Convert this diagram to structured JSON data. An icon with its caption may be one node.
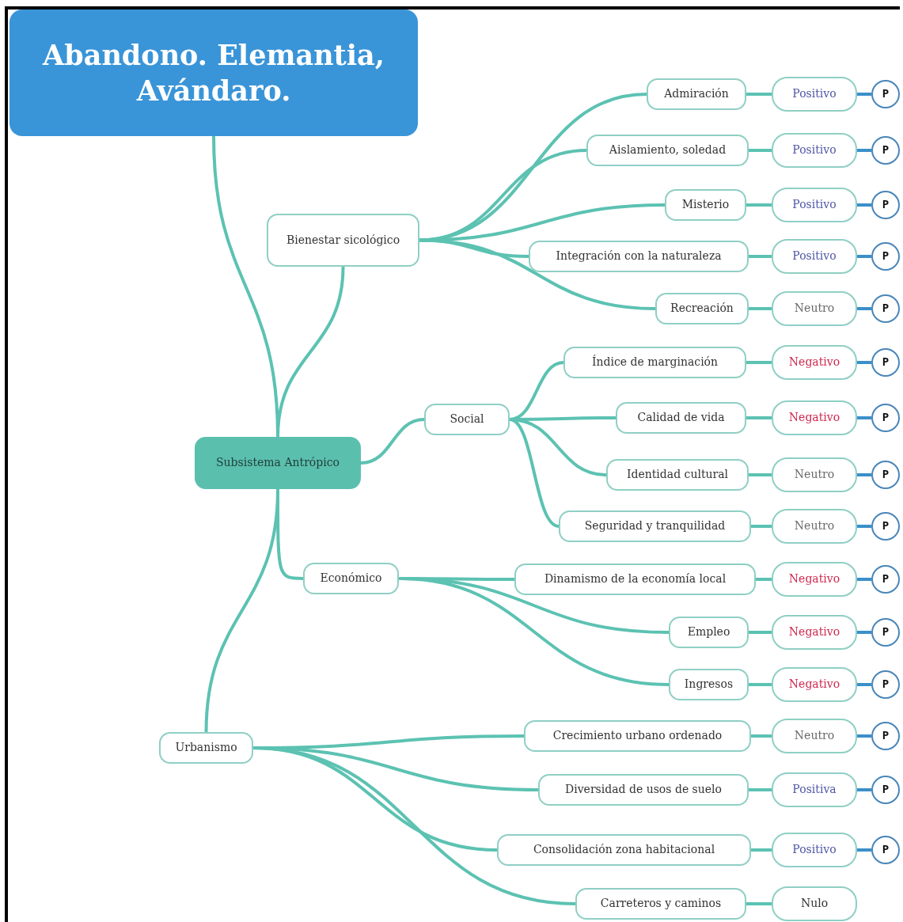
{
  "diagram": {
    "nodes": [
      {
        "text": [
          "Abandono. Elemantia, Avándaro."
        ]
      },
      {
        "text": [
          "Subsistema Antrópico"
        ]
      },
      {
        "text": [
          "Bienestar sicológico"
        ]
      },
      {
        "text": [
          "Social"
        ]
      },
      {
        "text": [
          "Económico"
        ]
      },
      {
        "text": [
          "Urbanismo"
        ]
      },
      {
        "text": [
          "Admiración"
        ]
      },
      {
        "text": [
          "Positivo"
        ]
      },
      {
        "text": [
          "P"
        ]
      },
      {
        "text": [
          "Aislamiento, soledad"
        ]
      },
      {
        "text": [
          "Positivo"
        ]
      },
      {
        "text": [
          "P"
        ]
      },
      {
        "text": [
          "Misterio"
        ]
      },
      {
        "text": [
          "Positivo"
        ]
      },
      {
        "text": [
          "P"
        ]
      },
      {
        "text": [
          "Integración con la naturaleza"
        ]
      },
      {
        "text": [
          "Positivo"
        ]
      },
      {
        "text": [
          "P"
        ]
      },
      {
        "text": [
          "Recreación"
        ]
      },
      {
        "text": [
          "Neutro"
        ]
      },
      {
        "text": [
          "P"
        ]
      },
      {
        "text": [
          "Índice de marginación"
        ]
      },
      {
        "text": [
          "Negativo"
        ]
      },
      {
        "text": [
          "P"
        ]
      },
      {
        "text": [
          "Calidad de vida"
        ]
      },
      {
        "text": [
          "Negativo"
        ]
      },
      {
        "text": [
          "P"
        ]
      },
      {
        "text": [
          "Identidad cultural"
        ]
      },
      {
        "text": [
          "Neutro"
        ]
      },
      {
        "text": [
          "P"
        ]
      },
      {
        "text": [
          "Seguridad y tranquilidad"
        ]
      },
      {
        "text": [
          "Neutro"
        ]
      },
      {
        "text": [
          "P"
        ]
      },
      {
        "text": [
          "Dinamismo de la economía local"
        ]
      },
      {
        "text": [
          "Negativo"
        ]
      },
      {
        "text": [
          "P"
        ]
      },
      {
        "text": [
          "Empleo"
        ]
      },
      {
        "text": [
          "Negativo"
        ]
      },
      {
        "text": [
          "P"
        ]
      },
      {
        "text": [
          "Ingresos"
        ]
      },
      {
        "text": [
          "Negativo"
        ]
      },
      {
        "text": [
          "P"
        ]
      },
      {
        "text": [
          "Crecimiento urbano ordenado"
        ]
      },
      {
        "text": [
          "Neutro"
        ]
      },
      {
        "text": [
          "P"
        ]
      },
      {
        "text": [
          "Diversidad de usos de suelo"
        ]
      },
      {
        "text": [
          "Positiva"
        ]
      },
      {
        "text": [
          "P"
        ]
      },
      {
        "text": [
          "Consolidación zona habitacional"
        ]
      },
      {
        "text": [
          "Positivo"
        ]
      },
      {
        "text": [
          "P"
        ]
      },
      {
        "text": [
          "Carreteros y caminos"
        ]
      },
      {
        "text": [
          "Nulo"
        ]
      }
    ],
    "edges": [
      {
        "from": 0,
        "to": 1,
        "arrow": "none"
      },
      {
        "from": 1,
        "to": 2,
        "arrow": "none"
      },
      {
        "from": 1,
        "to": 3,
        "arrow": "none"
      },
      {
        "from": 1,
        "to": 4,
        "arrow": "none"
      },
      {
        "from": 1,
        "to": 5,
        "arrow": "none"
      },
      {
        "from": 2,
        "to": 6,
        "arrow": "none"
      },
      {
        "from": 6,
        "to": 7,
        "arrow": "none"
      },
      {
        "from": 7,
        "to": 8,
        "arrow": "none",
        "color": "#3b8fca"
      },
      {
        "from": 2,
        "to": 9,
        "arrow": "none"
      },
      {
        "from": 9,
        "to": 10,
        "arrow": "none"
      },
      {
        "from": 10,
        "to": 11,
        "arrow": "none",
        "color": "#3b8fca"
      },
      {
        "from": 2,
        "to": 12,
        "arrow": "none"
      },
      {
        "from": 12,
        "to": 13,
        "arrow": "none"
      },
      {
        "from": 13,
        "to": 14,
        "arrow": "none",
        "color": "#3b8fca"
      },
      {
        "from": 2,
        "to": 15,
        "arrow": "none"
      },
      {
        "from": 15,
        "to": 16,
        "arrow": "none"
      },
      {
        "from": 16,
        "to": 17,
        "arrow": "none",
        "color": "#3b8fca"
      },
      {
        "from": 2,
        "to": 18,
        "arrow": "none"
      },
      {
        "from": 18,
        "to": 19,
        "arrow": "none"
      },
      {
        "from": 19,
        "to": 20,
        "arrow": "none",
        "color": "#3b8fca"
      },
      {
        "from": 3,
        "to": 21,
        "arrow": "none"
      },
      {
        "from": 21,
        "to": 22,
        "arrow": "none"
      },
      {
        "from": 22,
        "to": 23,
        "arrow": "none",
        "color": "#3b8fca"
      },
      {
        "from": 3,
        "to": 24,
        "arrow": "none"
      },
      {
        "from": 24,
        "to": 25,
        "arrow": "none"
      },
      {
        "from": 25,
        "to": 26,
        "arrow": "none",
        "color": "#3b8fca"
      },
      {
        "from": 3,
        "to": 27,
        "arrow": "none"
      },
      {
        "from": 27,
        "to": 28,
        "arrow": "none"
      },
      {
        "from": 28,
        "to": 29,
        "arrow": "none",
        "color": "#3b8fca"
      },
      {
        "from": 3,
        "to": 30,
        "arrow": "none"
      },
      {
        "from": 30,
        "to": 31,
        "arrow": "none"
      },
      {
        "from": 31,
        "to": 32,
        "arrow": "none",
        "color": "#3b8fca"
      },
      {
        "from": 4,
        "to": 33,
        "arrow": "none"
      },
      {
        "from": 33,
        "to": 34,
        "arrow": "none"
      },
      {
        "from": 34,
        "to": 35,
        "arrow": "none",
        "color": "#3b8fca"
      },
      {
        "from": 4,
        "to": 36,
        "arrow": "none"
      },
      {
        "from": 36,
        "to": 37,
        "arrow": "none"
      },
      {
        "from": 37,
        "to": 38,
        "arrow": "none",
        "color": "#3b8fca"
      },
      {
        "from": 4,
        "to": 39,
        "arrow": "none"
      },
      {
        "from": 39,
        "to": 40,
        "arrow": "none"
      },
      {
        "from": 40,
        "to": 41,
        "arrow": "none",
        "color": "#3b8fca"
      },
      {
        "from": 5,
        "to": 42,
        "arrow": "none"
      },
      {
        "from": 42,
        "to": 43,
        "arrow": "none"
      },
      {
        "from": 43,
        "to": 44,
        "arrow": "none",
        "color": "#3b8fca"
      },
      {
        "from": 5,
        "to": 45,
        "arrow": "none"
      },
      {
        "from": 45,
        "to": 46,
        "arrow": "none"
      },
      {
        "from": 46,
        "to": 47,
        "arrow": "none",
        "color": "#3b8fca"
      },
      {
        "from": 5,
        "to": 48,
        "arrow": "none"
      },
      {
        "from": 48,
        "to": 49,
        "arrow": "none"
      },
      {
        "from": 49,
        "to": 50,
        "arrow": "none",
        "color": "#3b8fca"
      },
      {
        "from": 5,
        "to": 51,
        "arrow": "none"
      },
      {
        "from": 51,
        "to": 52,
        "arrow": "none"
      }
    ]
  }
}
